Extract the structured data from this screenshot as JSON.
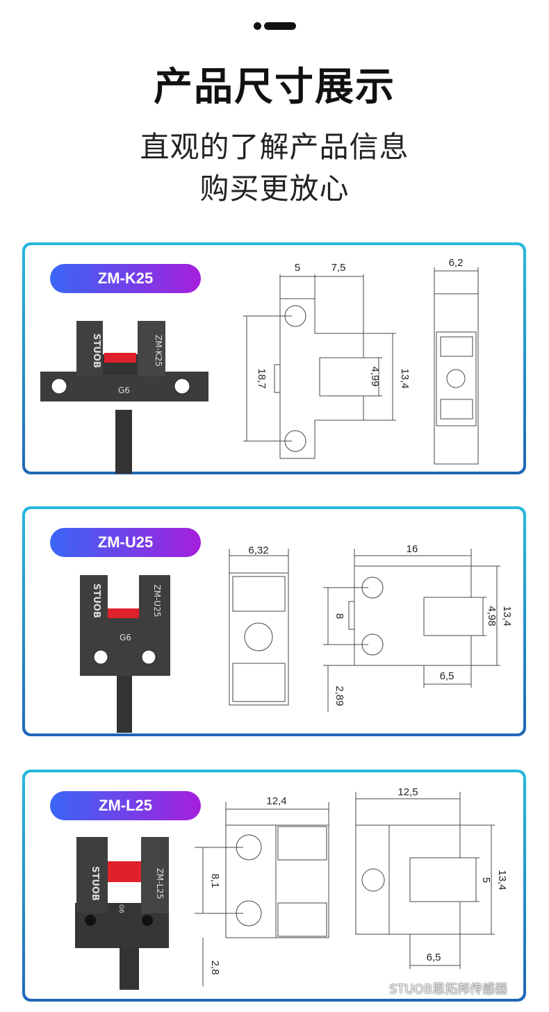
{
  "header": {
    "title": "产品尺寸展示",
    "subtitle_line1": "直观的了解产品信息",
    "subtitle_line2": "购买更放心"
  },
  "products": [
    {
      "model": "ZM-K25",
      "sensor_labels": {
        "brand": "STUOB",
        "model": "ZM-K25",
        "code": "G6"
      },
      "dims": {
        "a": "5",
        "b": "7,5",
        "height": "18,7",
        "slot": "4,99",
        "total": "13,4",
        "side_width": "6,2"
      }
    },
    {
      "model": "ZM-U25",
      "sensor_labels": {
        "brand": "STUOB",
        "model": "ZM-U25",
        "code": "G6"
      },
      "dims": {
        "width": "6,32",
        "length": "16",
        "pitch": "8",
        "slot": "4,98",
        "total": "13,4",
        "bottom": "2,89",
        "depth": "6,5"
      }
    },
    {
      "model": "ZM-L25",
      "sensor_labels": {
        "brand": "STUOB",
        "model": "ZM-L25",
        "code": "G6"
      },
      "dims": {
        "width": "12,4",
        "length": "12,5",
        "pitch": "8,1",
        "bottom": "2,8",
        "slot": "5",
        "total": "13,4",
        "depth": "6,5"
      }
    }
  ],
  "watermark": "STUOB思拓邦传感器",
  "colors": {
    "tag_start": "#3a66f6",
    "tag_end": "#a51fdc",
    "border_top": "#27b9dc",
    "border_bottom": "#1f67b7"
  }
}
